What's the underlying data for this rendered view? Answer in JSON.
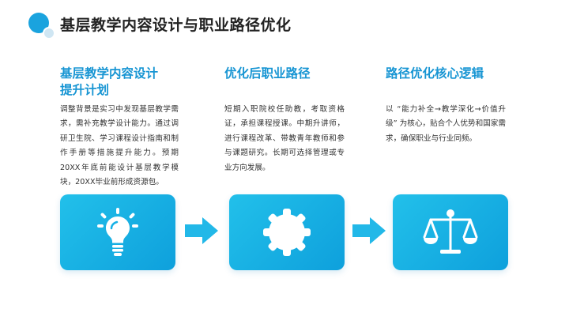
{
  "header": {
    "title": "基层教学内容设计与职业路径优化"
  },
  "columns": [
    {
      "title": "基层教学内容设计提升计划",
      "body": "调整背景是实习中发现基层教学需求，需补充教学设计能力。通过调研卫生院、学习课程设计指南和制作手册等措施提升能力。预期20XX年底前能设计基层教学模块，20XX毕业前形成资源包。",
      "icon": "lightbulb-icon"
    },
    {
      "title": "优化后职业路径",
      "body": "短期入职院校任助教，考取资格证，承担课程授课。中期升讲师，进行课程改革、带教青年教师和参与课题研究。长期可选择管理或专业方向发展。",
      "icon": "gear-icon"
    },
    {
      "title": "路径优化核心逻辑",
      "body": "以 “能力补全→教学深化→价值升级” 为核心，贴合个人优势和国家需求，确保职业与行业同频。",
      "icon": "balance-scale-icon"
    }
  ],
  "colors": {
    "accent": "#1795d3",
    "card": "#17b1e6",
    "arrow": "#22b8e8"
  }
}
